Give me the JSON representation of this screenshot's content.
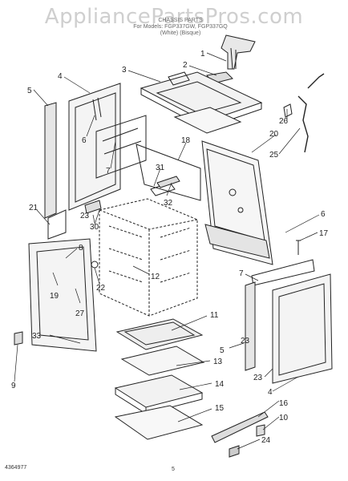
{
  "header": {
    "watermark": "AppliancePartsPros.com",
    "title_line1": "CHASSIS PARTS",
    "title_line2": "For Models: FGP337GW, FGP337GQ",
    "title_line3": "(White)     (Bisque)"
  },
  "footer": {
    "part_no": "4364977",
    "page": "5"
  },
  "callouts": {
    "c1": "1",
    "c2": "2",
    "c3": "3",
    "c4a": "4",
    "c4b": "4",
    "c5a": "5",
    "c5b": "5",
    "c6a": "6",
    "c6b": "6",
    "c7a": "7",
    "c7b": "7",
    "c8": "8",
    "c9": "9",
    "c10": "10",
    "c11": "11",
    "c12": "12",
    "c13": "13",
    "c14": "14",
    "c15": "15",
    "c16": "16",
    "c17": "17",
    "c18": "18",
    "c19": "19",
    "c20": "20",
    "c21": "21",
    "c22": "22",
    "c23a": "23",
    "c23b": "23",
    "c23c": "23",
    "c24": "24",
    "c25": "25",
    "c26": "26",
    "c27": "27",
    "c30": "30",
    "c31": "31",
    "c32": "32",
    "c33": "33"
  }
}
